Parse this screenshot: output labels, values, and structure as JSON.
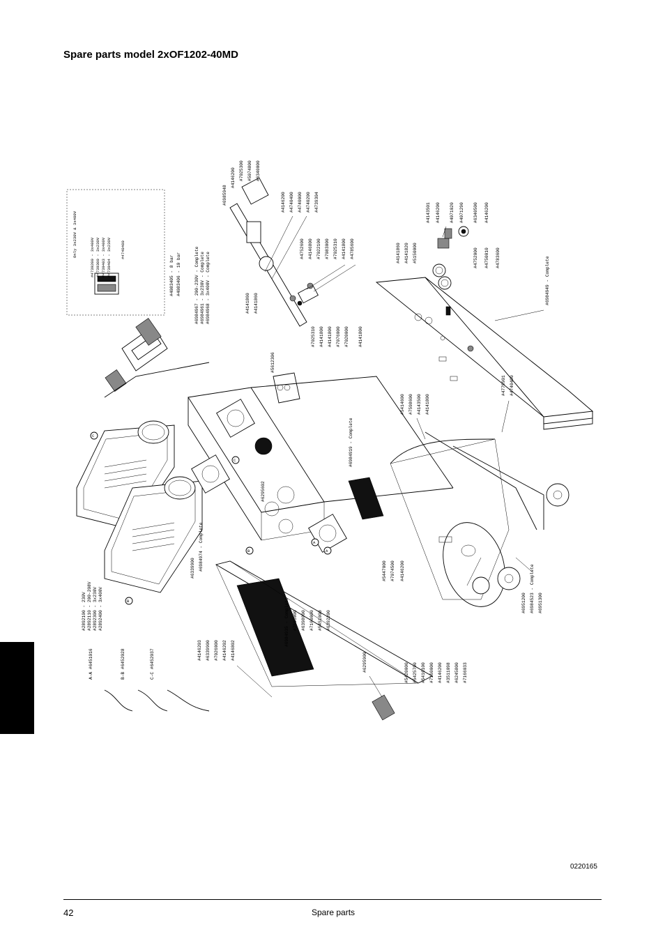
{
  "page": {
    "title": "Spare parts model 2xOF1202-40MD",
    "figure_id": "0220165",
    "page_number": "42",
    "section": "Spare parts"
  },
  "diagram": {
    "inset_title": "Only 3x230V & 3x400V",
    "inset_parts": [
      "#4739200 - 3x400V",
      "#4739300 - 3x230V",
      "#4739403 - 3x400V",
      "#4739404 - 3x230V",
      "#4740400"
    ],
    "top_bar_parts": [
      "#6985948",
      "#4146200",
      "#7025300",
      "#5074800",
      "#6340000"
    ],
    "top_bar_parts_2": [
      "#4146200",
      "#4740400",
      "#4740000",
      "#4740200",
      "#4739304"
    ],
    "valve_parts": [
      "#4752600",
      "#4146800",
      "#7022100",
      "#7083000",
      "#7025310",
      "#4141800",
      "#4785600"
    ],
    "pressure_parts": [
      "#4083405 - 8 bar",
      "#4083406 - 10 bar"
    ],
    "complete_parts": [
      "#6984967 - 200-230V - Complete",
      "#6984961 - 3x230V - Complete",
      "#6984968 - 3x400V - Complete"
    ],
    "left_upper_parts": [
      "#4141860",
      "#4141860"
    ],
    "mid_valve_parts": [
      "#7025310",
      "#4141800",
      "#4141800",
      "#7076000",
      "#7020000",
      "#4141800"
    ],
    "switch_part": "#5612306",
    "gauge_parts": [
      "#4141860",
      "#4141820",
      "#5150000"
    ],
    "regulator_parts": [
      "#4143501",
      "#4146200",
      "#4071020",
      "#4071290",
      "#6340500",
      "#4146200"
    ],
    "panel_parts": [
      "#4752000",
      "#4750010",
      "#4783600"
    ],
    "panel_complete": "#6984949 - Complete",
    "frame_complete": "#6984919 - Complete",
    "tank_valve_parts": [
      "#5414600",
      "#7598600",
      "#4143500",
      "#4141800"
    ],
    "tank_side_parts": [
      "#4779901",
      "#4740400"
    ],
    "filter_part": "#6295602",
    "cooler_parts": [
      "#5447000",
      "#7074500",
      "#4146200"
    ],
    "motor_complete": "#6984974 - Complete",
    "motor_part": "#6339900",
    "voltage_parts": [
      "#2892100 - 230V",
      "#2892110 - 200-208V",
      "#2892300 - 3x230V",
      "#2892400 - 3x400V"
    ],
    "grille_complete": "#6984935 - Complete",
    "grille_parts": [
      "#7566000",
      "#6398000",
      "#7160000",
      "#5451000",
      "#6392200"
    ],
    "left_fittings": [
      "#4146203",
      "#6339900",
      "#7026000",
      "#4146202",
      "#4146802"
    ],
    "hose_parts": [
      "A-A #6451016",
      "B-B #6452028",
      "C-C #6452037"
    ],
    "drain_part": "#6295900",
    "tank_bottom_parts": [
      "#5420000",
      "#5425700",
      "#5416100",
      "#7160000",
      "#4146200",
      "#3511098",
      "#6245800",
      "#7166033"
    ],
    "wheel_complete": "#6984523 - Complete",
    "wheel_parts": [
      "#6951200",
      "#6951300"
    ],
    "section_markers": [
      "A",
      "A",
      "B",
      "B",
      "C",
      "C"
    ]
  }
}
